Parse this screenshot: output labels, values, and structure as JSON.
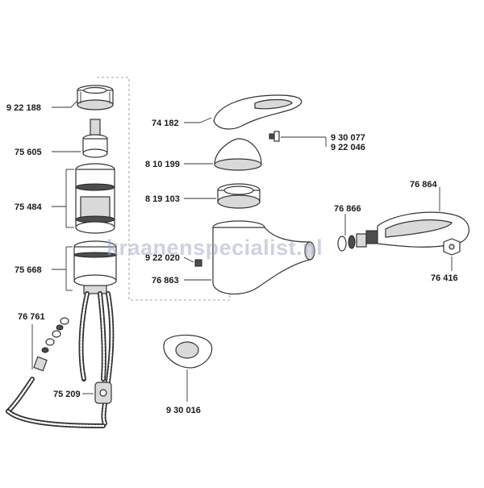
{
  "watermark": "kraanenspecialist.nl",
  "labels": {
    "p922188": "9 22 188",
    "p75605": "75 605",
    "p75484": "75 484",
    "p75668": "75 668",
    "p76761": "76 761",
    "p75209": "75 209",
    "p74182": "74 182",
    "p810199": "8 10 199",
    "p819103": "8 19 103",
    "p922020": "9 22 020",
    "p76863": "76 863",
    "p930077": "9 30 077",
    "p922046": "9 22 046",
    "p76866": "76 866",
    "p76864": "76 864",
    "p76416": "76 416",
    "p930016": "9 30 016"
  },
  "colors": {
    "outline": "#333333",
    "shade": "#d9d9d9",
    "watermark": "#9aa7c7"
  }
}
